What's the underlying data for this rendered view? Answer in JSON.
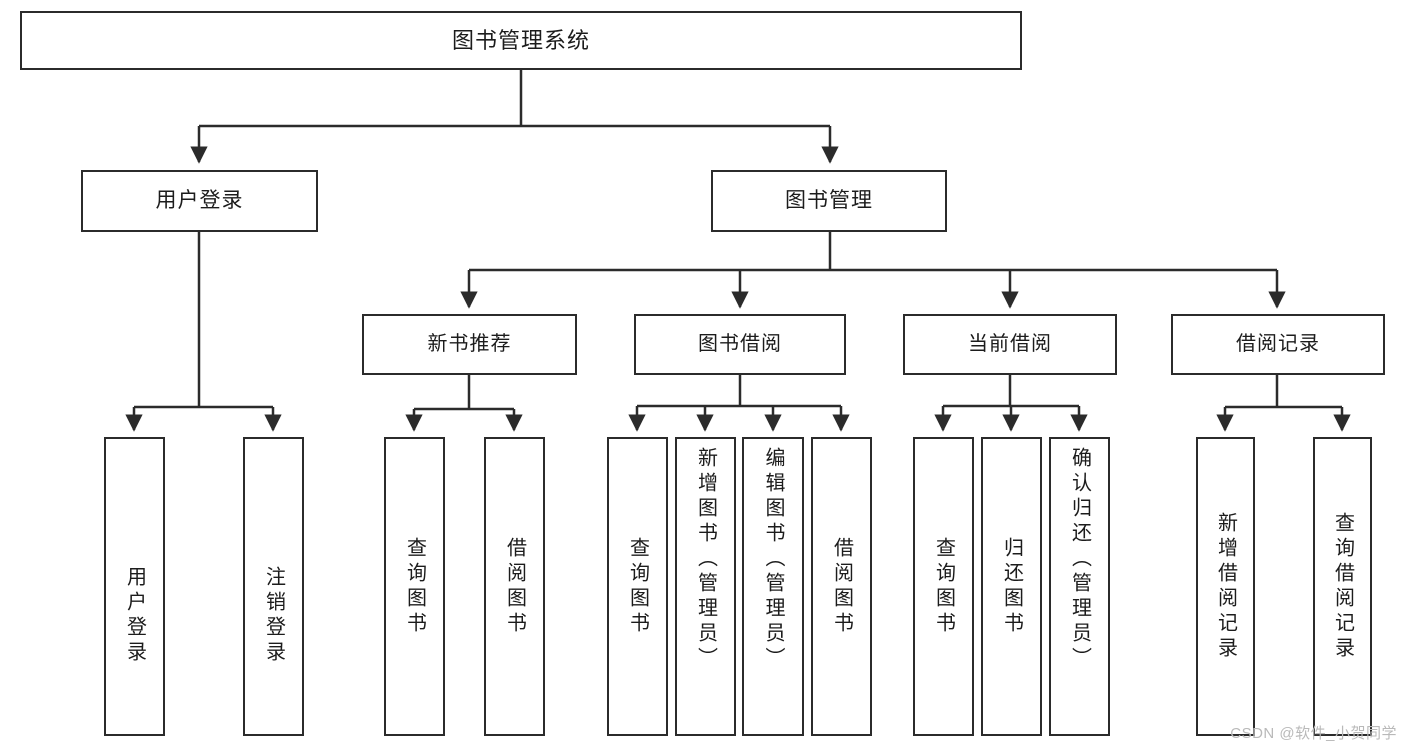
{
  "diagram": {
    "title": "图书管理系统",
    "type": "tree",
    "colors": {
      "box_border": "#2b2b2b",
      "box_fill": "#ffffff",
      "connector": "#2b2b2b",
      "text": "#1c1c1c",
      "watermark": "#b9b9b9",
      "background": "#ffffff"
    },
    "root": {
      "label": "图书管理系统"
    },
    "level2": [
      {
        "label": "用户登录"
      },
      {
        "label": "图书管理"
      }
    ],
    "level3": [
      {
        "label": "新书推荐"
      },
      {
        "label": "图书借阅"
      },
      {
        "label": "当前借阅"
      },
      {
        "label": "借阅记录"
      }
    ],
    "leaves": {
      "user_login": [
        {
          "label": "用户登录"
        },
        {
          "label": "注销登录"
        }
      ],
      "new_book_recommend": [
        {
          "label": "查询图书"
        },
        {
          "label": "借阅图书"
        }
      ],
      "book_borrow": [
        {
          "label": "查询图书"
        },
        {
          "label": "新增图书（管理员）"
        },
        {
          "label": "编辑图书（管理员）"
        },
        {
          "label": "借阅图书"
        }
      ],
      "current_borrow": [
        {
          "label": "查询图书"
        },
        {
          "label": "归还图书"
        },
        {
          "label": "确认归还（管理员）"
        }
      ],
      "borrow_record": [
        {
          "label": "新增借阅记录"
        },
        {
          "label": "查询借阅记录"
        }
      ]
    }
  },
  "watermark": {
    "text": "CSDN @软件_小贺同学"
  }
}
